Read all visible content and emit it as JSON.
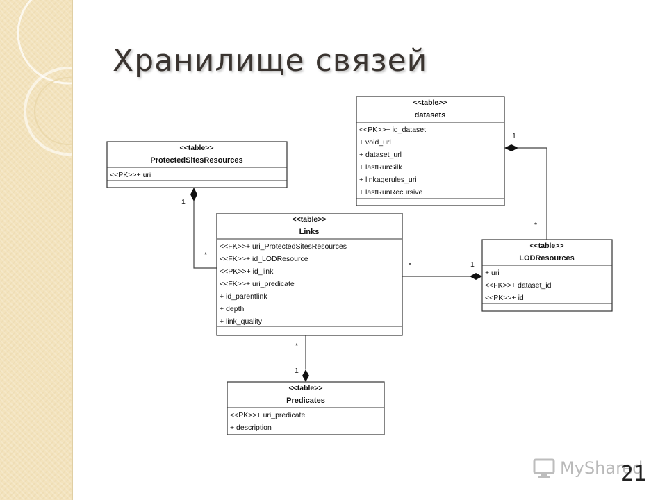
{
  "slide": {
    "title": "Хранилище связей",
    "page_number": "21",
    "watermark": "MyShared"
  },
  "diagram": {
    "tables": [
      {
        "id": "datasets",
        "stereotype": "<<table>>",
        "name": "datasets",
        "attributes": [
          "<<PK>>+ id_dataset",
          "+ void_url",
          "+ dataset_url",
          "+ lastRunSilk",
          "+ linkagerules_uri",
          "+ lastRunRecursive"
        ]
      },
      {
        "id": "protected",
        "stereotype": "<<table>>",
        "name": "ProtectedSitesResources",
        "attributes": [
          "<<PK>>+ uri"
        ]
      },
      {
        "id": "links",
        "stereotype": "<<table>>",
        "name": "Links",
        "attributes": [
          "<<FK>>+ uri_ProtectedSitesResources",
          "<<FK>>+ id_LODResource",
          "<<PK>>+ id_link",
          "<<FK>>+ uri_predicate",
          "+ id_parentlink",
          "+ depth",
          "+ link_quality"
        ]
      },
      {
        "id": "lod",
        "stereotype": "<<table>>",
        "name": "LODResources",
        "attributes": [
          "+ uri",
          "<<FK>>+ dataset_id",
          "<<PK>>+ id"
        ]
      },
      {
        "id": "predicates",
        "stereotype": "<<table>>",
        "name": "Predicates",
        "attributes": [
          "<<PK>>+ uri_predicate",
          "+ description"
        ]
      }
    ],
    "relations": [
      {
        "from": "protected",
        "to": "links",
        "from_mult": "1",
        "to_mult": "*"
      },
      {
        "from": "datasets",
        "to": "lod",
        "from_mult": "1",
        "to_mult": "*"
      },
      {
        "from": "lod",
        "to": "links",
        "from_mult": "1",
        "to_mult": "*"
      },
      {
        "from": "predicates",
        "to": "links",
        "from_mult": "1",
        "to_mult": "*"
      }
    ]
  }
}
